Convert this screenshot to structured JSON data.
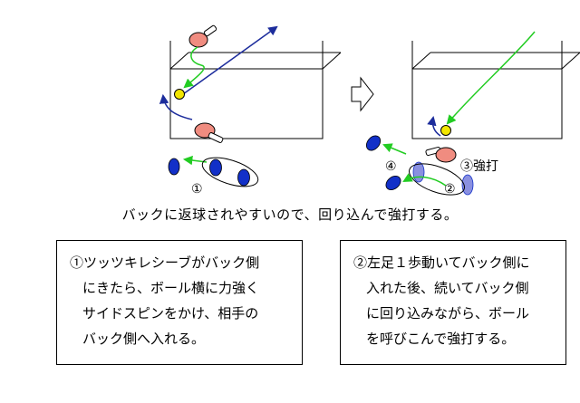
{
  "diagram": {
    "labels": {
      "step1": "①",
      "step2": "②",
      "step3": "③強打",
      "step4": "④"
    },
    "colors": {
      "ball": "#f2e600",
      "player_paddle": "#f08c80",
      "trajectory_arrow": "#1c2c9c",
      "footwork_arrow": "#22cc22",
      "foot_solid": "#1230c8",
      "foot_ghost": "#8a90e0"
    },
    "caption": "バックに返球されやすいので、回り込んで強打する。"
  },
  "notes": {
    "left": {
      "lines": [
        "①ツッツキレシーブがバック側",
        "にきたら、ボール横に力強く",
        "サイドスピンをかけ、相手の",
        "バック側へ入れる。"
      ]
    },
    "right": {
      "lines": [
        "②左足１歩動いてバック側に",
        "入れた後、続いてバック側",
        "に回り込みながら、ボール",
        "を呼びこんで強打する。"
      ]
    }
  }
}
